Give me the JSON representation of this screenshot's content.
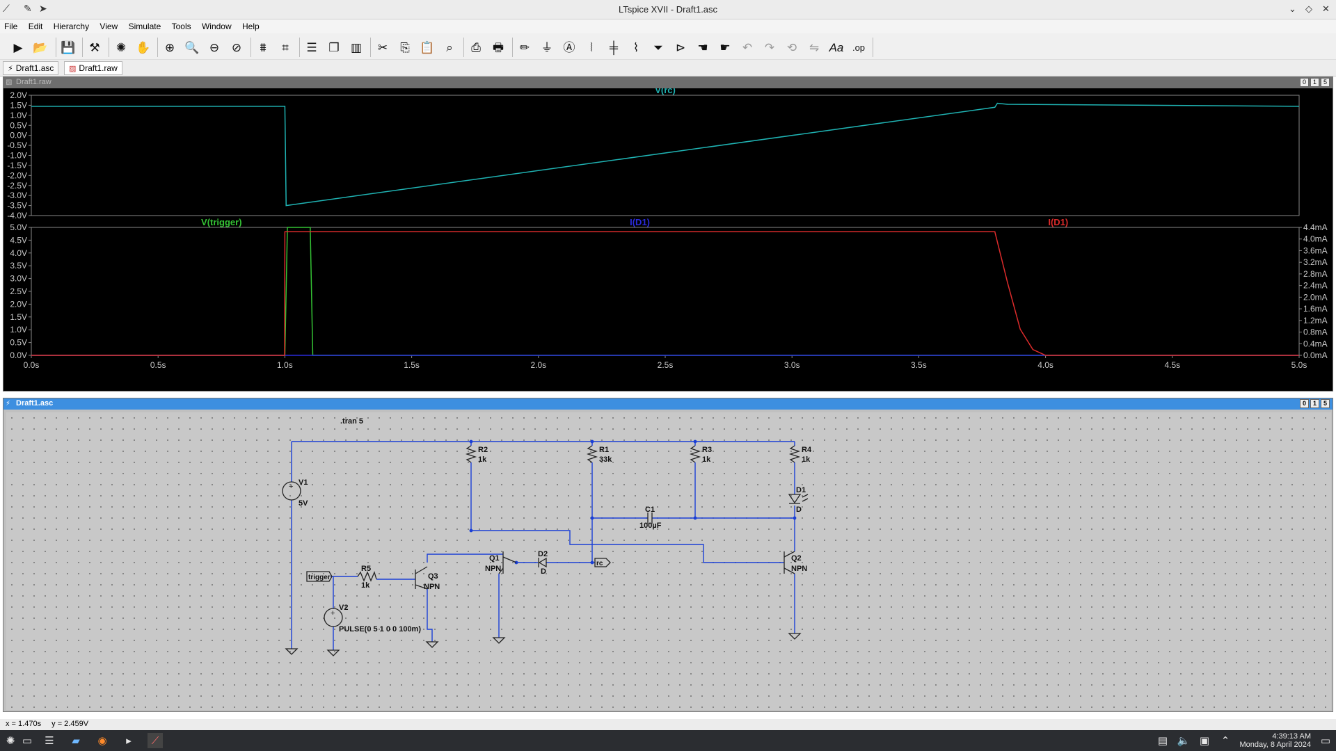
{
  "window": {
    "title": "LTspice XVII - Draft1.asc"
  },
  "menu": [
    "File",
    "Edit",
    "Hierarchy",
    "View",
    "Simulate",
    "Tools",
    "Window",
    "Help"
  ],
  "toolbar_icons": [
    "run-icon",
    "open-icon",
    "save-icon",
    "control-panel-icon",
    "halt-icon",
    "pan-icon",
    "zoom-in-icon",
    "zoom-area-icon",
    "zoom-out-icon",
    "zoom-cancel-icon",
    "autorange-icon",
    "mark-icon",
    "tile-horizontal-icon",
    "cascade-icon",
    "tile-vertical-icon",
    "cut-icon",
    "copy-icon",
    "paste-icon",
    "find-icon",
    "print-setup-icon",
    "print-icon",
    "pencil-icon",
    "ground-icon",
    "label-icon",
    "resistor-icon",
    "capacitor-icon",
    "inductor-icon",
    "diode-icon",
    "component-icon",
    "move-icon",
    "drag-icon",
    "undo-icon",
    "redo-icon",
    "rotate-icon",
    "mirror-icon",
    "text-icon",
    "spice-directive-icon"
  ],
  "tabs": [
    {
      "label": "Draft1.asc",
      "icon": "schematic-icon"
    },
    {
      "label": "Draft1.raw",
      "icon": "waveform-icon"
    }
  ],
  "plot_window": {
    "title": "Draft1.raw"
  },
  "schematic_window": {
    "title": "Draft1.asc"
  },
  "window_buttons": [
    "0",
    "1",
    "5"
  ],
  "chart_data": [
    {
      "type": "line",
      "series": [
        {
          "name": "V(rc)",
          "color": "#1fb3b3",
          "x": [
            0,
            1.0,
            1.005,
            3.8,
            3.81,
            3.85,
            5.0
          ],
          "y": [
            1.45,
            1.45,
            -3.5,
            1.4,
            1.6,
            1.55,
            1.45
          ]
        }
      ],
      "y_ticks": [
        "2.0V",
        "1.5V",
        "1.0V",
        "0.5V",
        "0.0V",
        "-0.5V",
        "-1.0V",
        "-1.5V",
        "-2.0V",
        "-2.5V",
        "-3.0V",
        "-3.5V",
        "-4.0V"
      ],
      "ylim": [
        -4.0,
        2.0
      ],
      "xlim": [
        0,
        5.0
      ],
      "grid": false
    },
    {
      "type": "line",
      "series": [
        {
          "name": "V(trigger)",
          "color": "#34c234",
          "axis": "left",
          "x": [
            0,
            1.0,
            1.01,
            1.1,
            1.11,
            5.0
          ],
          "y": [
            0,
            0,
            5,
            5,
            0,
            0
          ]
        },
        {
          "name": "I(D1)",
          "color": "#2b2bdc",
          "axis": "right",
          "x": [
            0,
            5.0
          ],
          "y": [
            0,
            0
          ]
        },
        {
          "name": "I(D1)",
          "color": "#dc2b2b",
          "axis": "right",
          "x": [
            0,
            0.999,
            1.0,
            3.8,
            3.85,
            3.9,
            3.95,
            4.0,
            5.0
          ],
          "y": [
            0,
            0,
            4.25,
            4.25,
            2.5,
            0.9,
            0.2,
            0.0,
            0.0
          ]
        }
      ],
      "y_ticks": [
        "5.0V",
        "4.5V",
        "4.0V",
        "3.5V",
        "3.0V",
        "2.5V",
        "2.0V",
        "1.5V",
        "1.0V",
        "0.5V",
        "0.0V"
      ],
      "y2_ticks": [
        "4.4mA",
        "4.0mA",
        "3.6mA",
        "3.2mA",
        "2.8mA",
        "2.4mA",
        "2.0mA",
        "1.6mA",
        "1.2mA",
        "0.8mA",
        "0.4mA",
        "0.0mA"
      ],
      "x_ticks": [
        "0.0s",
        "0.5s",
        "1.0s",
        "1.5s",
        "2.0s",
        "2.5s",
        "3.0s",
        "3.5s",
        "4.0s",
        "4.5s",
        "5.0s"
      ],
      "ylim": [
        0,
        5.0
      ],
      "y2lim": [
        0,
        4.4
      ],
      "xlim": [
        0,
        5.0
      ],
      "grid": false
    }
  ],
  "schematic": {
    "directive": ".tran 5",
    "components": [
      {
        "ref": "R2",
        "value": "1k"
      },
      {
        "ref": "R1",
        "value": "33k"
      },
      {
        "ref": "R3",
        "value": "1k"
      },
      {
        "ref": "R4",
        "value": "1k"
      },
      {
        "ref": "D1",
        "value": "D"
      },
      {
        "ref": "C1",
        "value": "100µF"
      },
      {
        "ref": "V1",
        "value": "5V"
      },
      {
        "ref": "Q1",
        "value": "NPN"
      },
      {
        "ref": "D2",
        "value": "D"
      },
      {
        "ref": "Q2",
        "value": "NPN"
      },
      {
        "ref": "R5",
        "value": "1k"
      },
      {
        "ref": "Q3",
        "value": "NPN"
      },
      {
        "ref": "V2",
        "value": "PULSE(0 5 1 0 0 100m)"
      }
    ],
    "net_labels": [
      "trigger",
      "rc"
    ]
  },
  "status": {
    "x": "x = 1.470s",
    "y": "y = 2.459V"
  },
  "taskbar": {
    "time": "4:39:13 AM",
    "date": "Monday, 8 April 2024"
  }
}
